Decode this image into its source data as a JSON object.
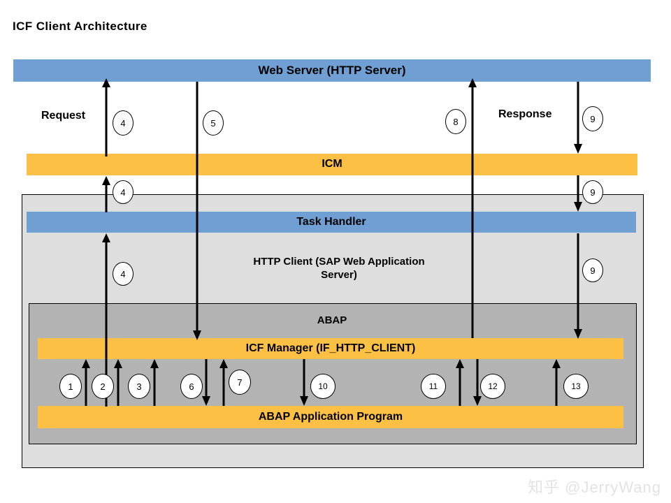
{
  "title": "ICF Client Architecture",
  "colors": {
    "blue_bar": "#6f9fd3",
    "orange_bar": "#fcc144",
    "panel_light": "#dedede",
    "panel_abap": "#b3b3b3",
    "stroke": "#000000",
    "watermark": "#e3e3e3"
  },
  "boxes": {
    "web_server": "Web Server (HTTP Server)",
    "icm": "ICM",
    "task_handler": "Task Handler",
    "http_client_line1": "HTTP Client (SAP Web Application",
    "http_client_line2": "Server)",
    "abap": "ABAP",
    "icf_manager": "ICF Manager (IF_HTTP_CLIENT)",
    "abap_app_program": "ABAP Application  Program"
  },
  "labels": {
    "request": "Request",
    "response": "Response"
  },
  "steps": [
    {
      "n": "4",
      "zone": "web-to-icm",
      "direction": "up"
    },
    {
      "n": "5",
      "zone": "web-to-icf-manager",
      "direction": "down"
    },
    {
      "n": "8",
      "zone": "icf-manager-to-web",
      "direction": "up"
    },
    {
      "n": "9",
      "zone": "web-to-icm",
      "direction": "down"
    },
    {
      "n": "4",
      "zone": "icm-to-task",
      "direction": "up"
    },
    {
      "n": "9",
      "zone": "icm-to-task",
      "direction": "down"
    },
    {
      "n": "4",
      "zone": "task-to-icf",
      "direction": "up"
    },
    {
      "n": "9",
      "zone": "task-to-icf",
      "direction": "down"
    },
    {
      "n": "1",
      "zone": "app-to-icf",
      "direction": "up"
    },
    {
      "n": "2",
      "zone": "app-to-icf",
      "direction": "up"
    },
    {
      "n": "3",
      "zone": "app-to-icf",
      "direction": "up"
    },
    {
      "n": "6",
      "zone": "icf-to-app",
      "direction": "down"
    },
    {
      "n": "7",
      "zone": "app-to-icf",
      "direction": "up"
    },
    {
      "n": "10",
      "zone": "icf-to-app",
      "direction": "down"
    },
    {
      "n": "11",
      "zone": "app-to-icf",
      "direction": "up"
    },
    {
      "n": "12",
      "zone": "icf-to-app",
      "direction": "down"
    },
    {
      "n": "13",
      "zone": "app-to-icf",
      "direction": "up"
    }
  ],
  "circles": {
    "c4_top": "4",
    "c5_top": "5",
    "c8_top": "8",
    "c9_top": "9",
    "c4_mid": "4",
    "c9_mid": "9",
    "c4_low": "4",
    "c9_low": "9",
    "c1": "1",
    "c2": "2",
    "c3": "3",
    "c6": "6",
    "c7": "7",
    "c10": "10",
    "c11": "11",
    "c12": "12",
    "c13": "13"
  },
  "watermark": "知乎 @JerryWang"
}
